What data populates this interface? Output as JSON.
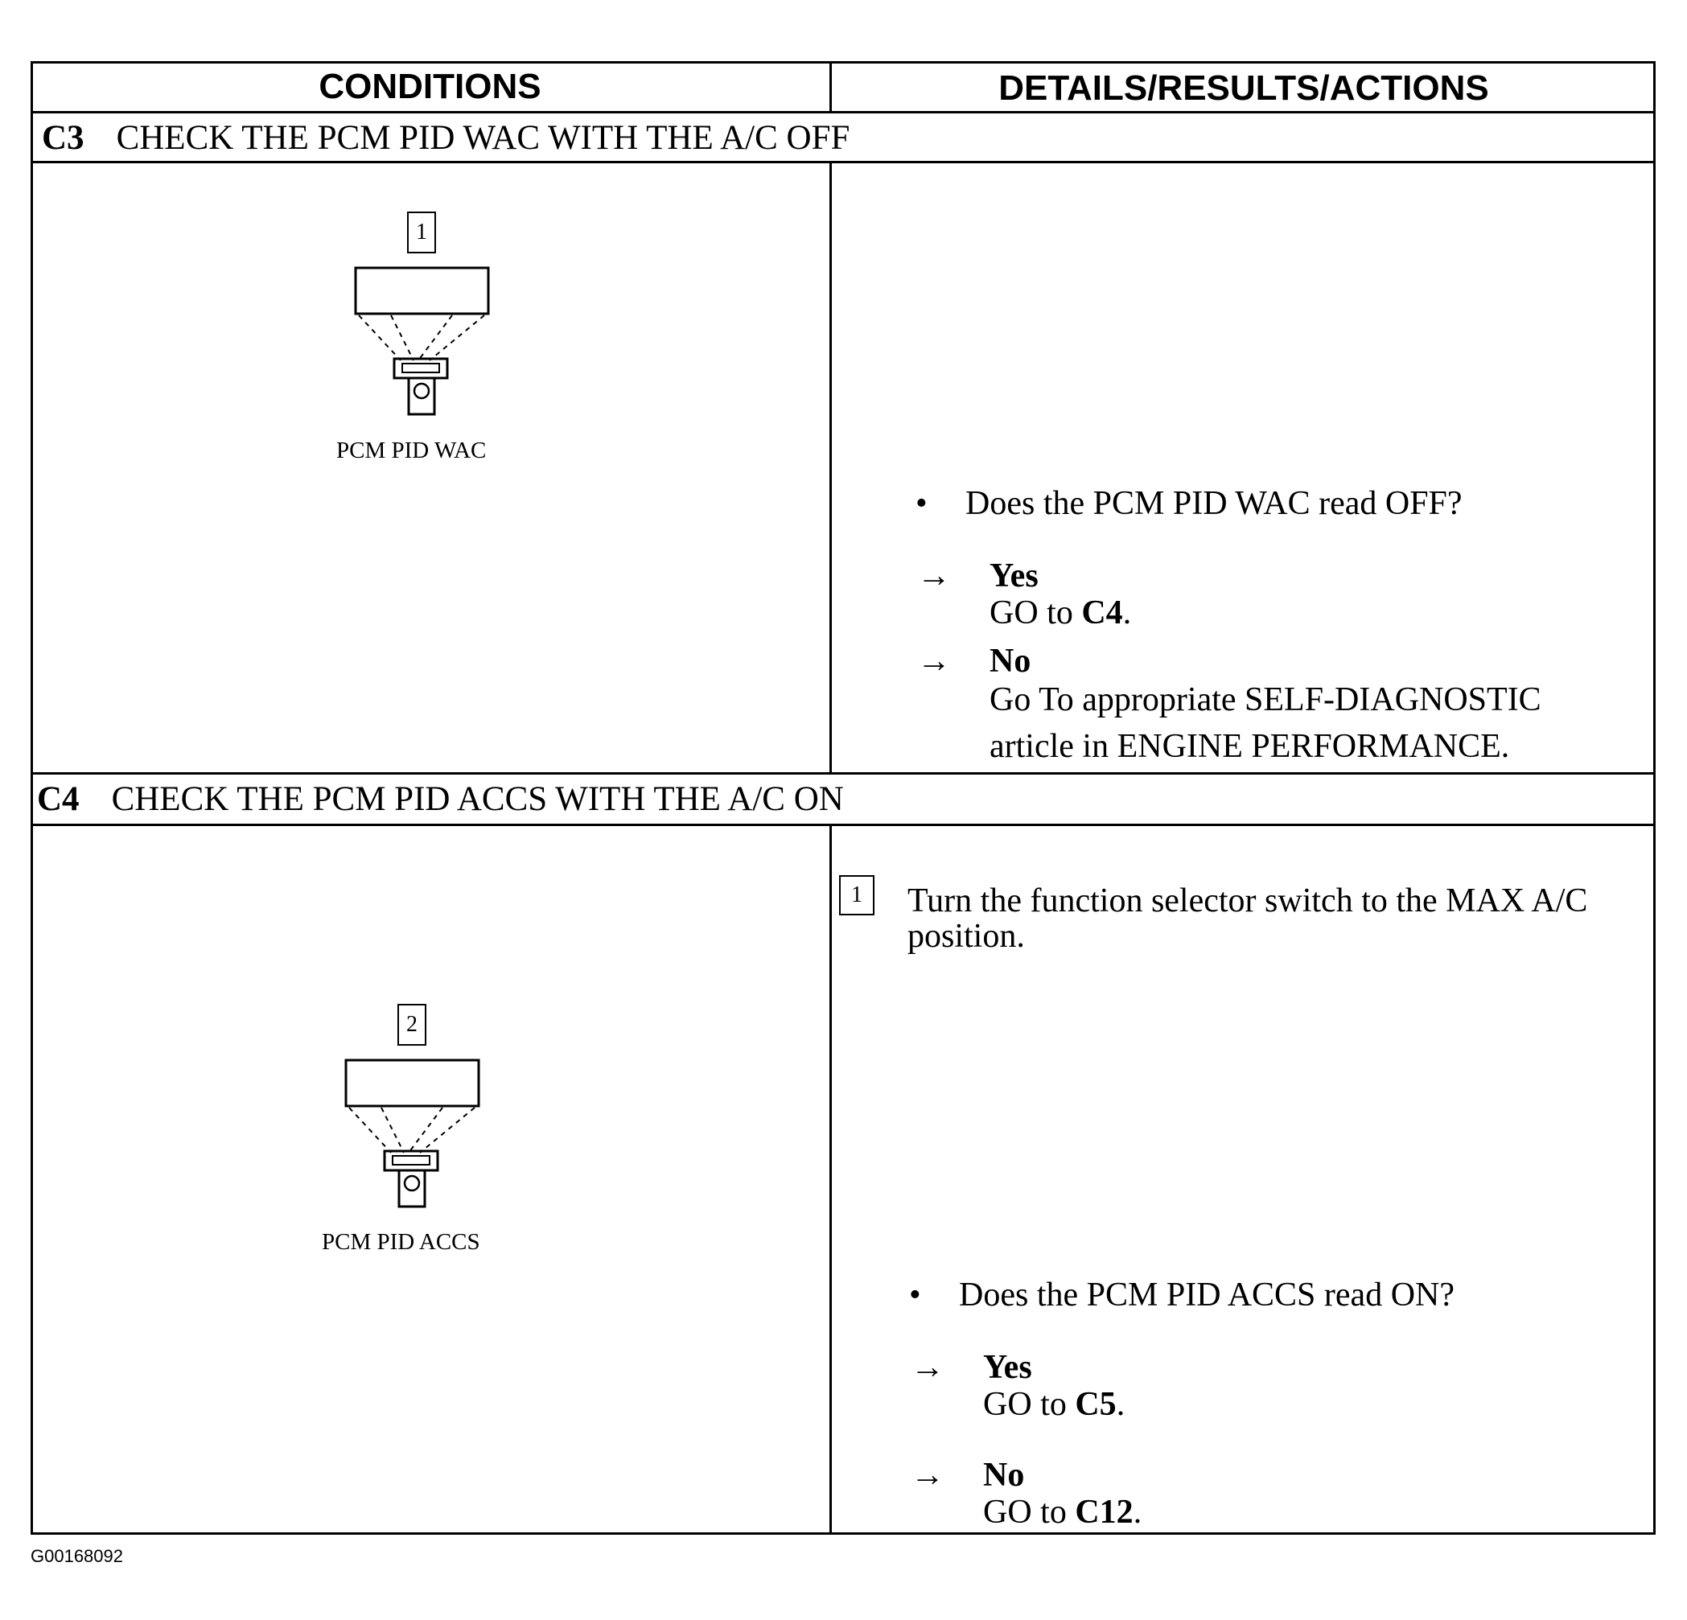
{
  "header": {
    "conditions": "CONDITIONS",
    "details": "DETAILS/RESULTS/ACTIONS"
  },
  "steps": [
    {
      "id": "C3",
      "title": "CHECK THE PCM PID WAC WITH THE A/C OFF",
      "figure_number": "1",
      "figure_caption": "PCM PID WAC",
      "question": "Does the PCM PID WAC read OFF?",
      "yes_label": "Yes",
      "yes_action_prefix": "GO to ",
      "yes_action_target": "C4",
      "yes_action_suffix": ".",
      "no_label": "No",
      "no_action_line1": "Go To appropriate SELF-DIAGNOSTIC",
      "no_action_line2": "article in ENGINE PERFORMANCE."
    },
    {
      "id": "C4",
      "title": "CHECK THE PCM PID ACCS WITH THE A/C ON",
      "figure_number": "2",
      "figure_caption": "PCM PID ACCS",
      "instruction_number": "1",
      "instruction_line1": "Turn the function selector switch to the MAX A/C",
      "instruction_line2": "position.",
      "question": "Does the PCM PID ACCS read ON?",
      "yes_label": "Yes",
      "yes_action_prefix": "GO to ",
      "yes_action_target": "C5",
      "yes_action_suffix": ".",
      "no_label": "No",
      "no_action_prefix": "GO to ",
      "no_action_target": "C12",
      "no_action_suffix": "."
    }
  ],
  "symbols": {
    "bullet": "•",
    "arrow": "→"
  },
  "figure_code": "G00168092"
}
